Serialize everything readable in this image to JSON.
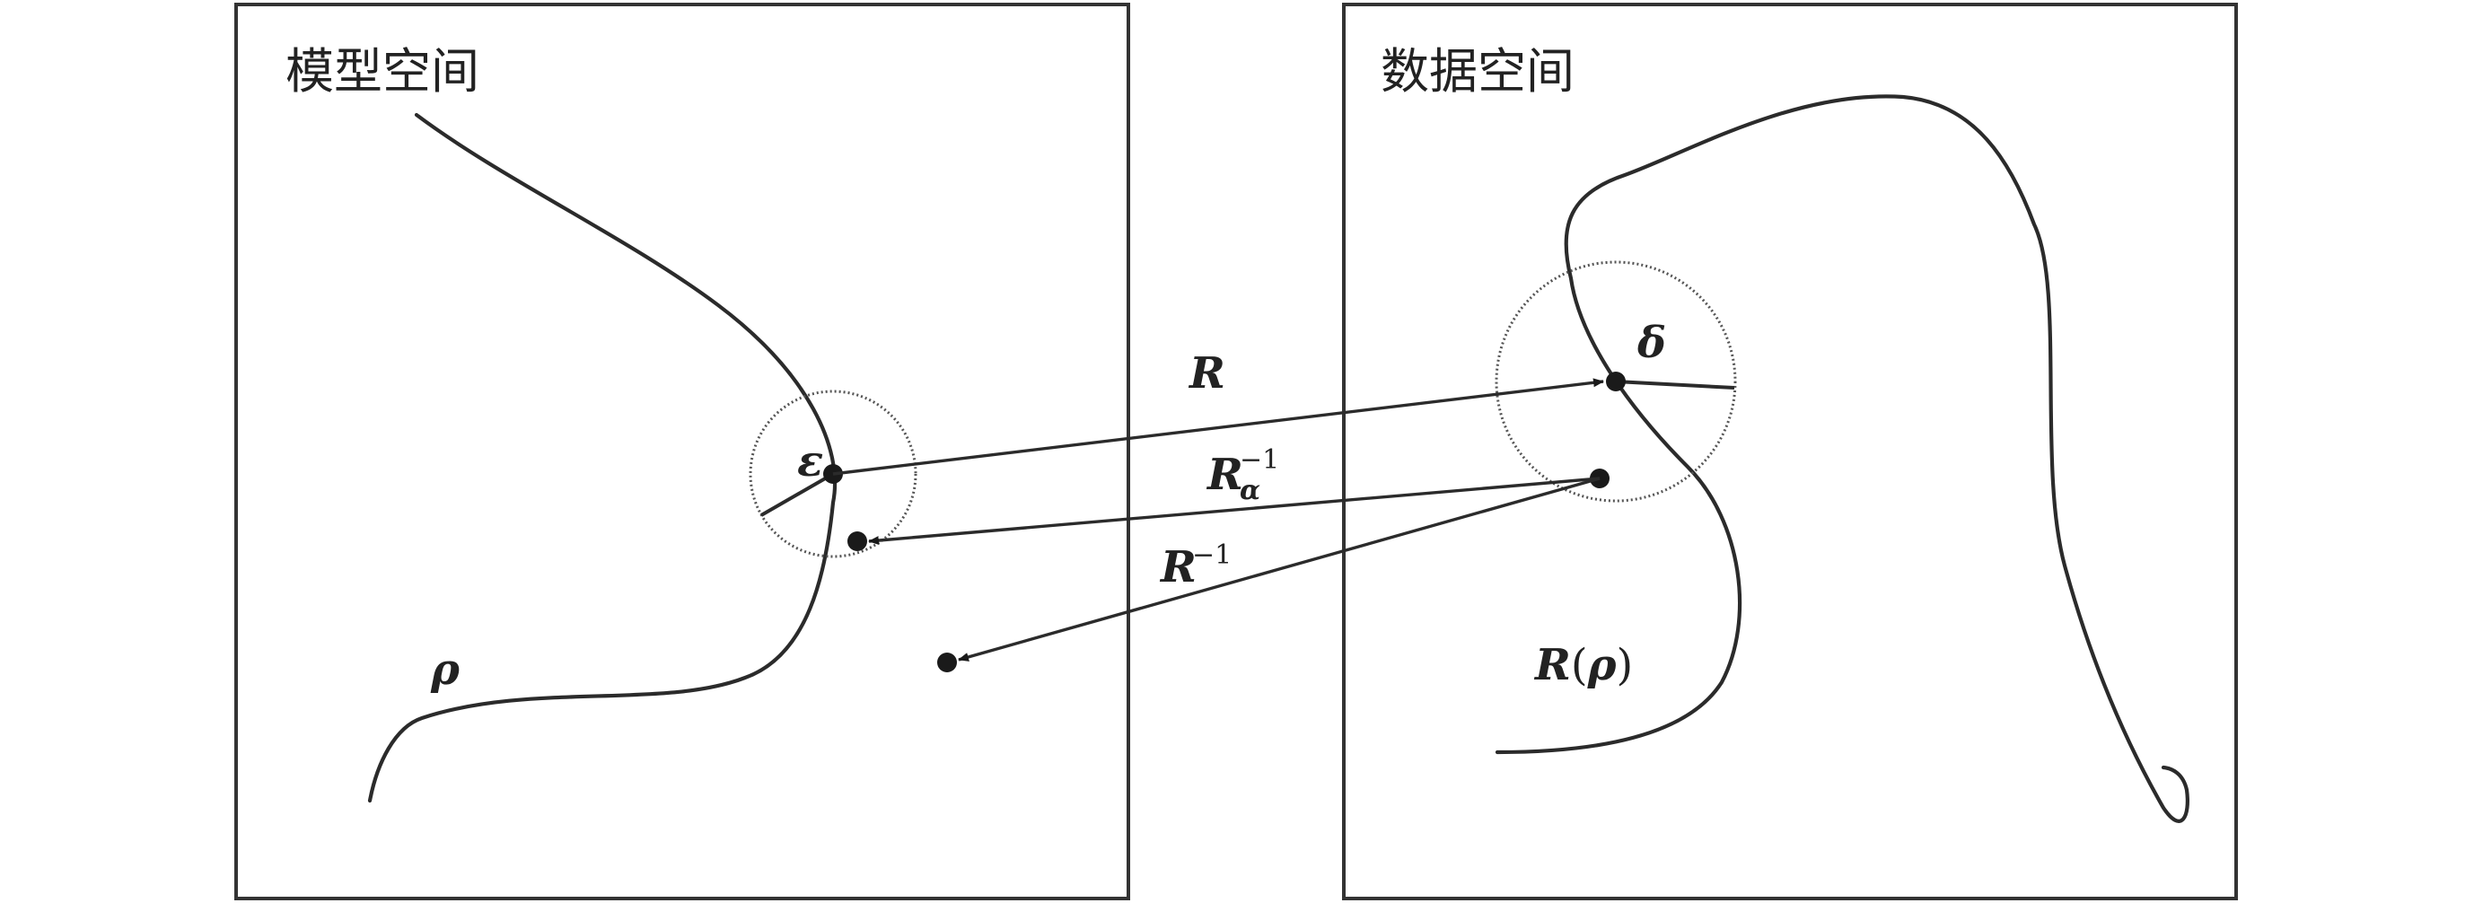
{
  "model_space": {
    "title": "模型空间",
    "curve_label": "ρ",
    "ball_label": "ε"
  },
  "data_space": {
    "title": "数据空间",
    "curve_label_R": "R",
    "curve_label_paren_open": "(",
    "curve_label_rho": "ρ",
    "curve_label_paren_close": ")",
    "ball_label": "δ"
  },
  "arrows": {
    "forward": {
      "label": "R"
    },
    "regularized_inverse": {
      "label": "R",
      "superscript": "−1",
      "subscript": "α"
    },
    "inverse": {
      "label": "R",
      "superscript": "−1"
    }
  }
}
